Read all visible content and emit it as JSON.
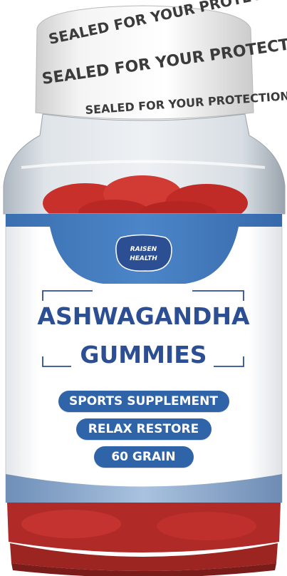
{
  "seal": {
    "text": "SEALED FOR YOUR PROTECTION."
  },
  "logo": {
    "line1": "RAISEN",
    "line2": "HEALTH"
  },
  "product": {
    "name_line1": "ASHWAGANDHA",
    "name_line2": "GUMMIES"
  },
  "badges": [
    "SPORTS SUPPLEMENT",
    "RELAX RESTORE",
    "60 GRAIN"
  ],
  "colors": {
    "brand_blue": "#2c4e93",
    "badge_blue": "#2f64a8",
    "label_white": "#ffffff",
    "gummy_red": "#c8302c",
    "cap_white": "#f2f2f2"
  }
}
